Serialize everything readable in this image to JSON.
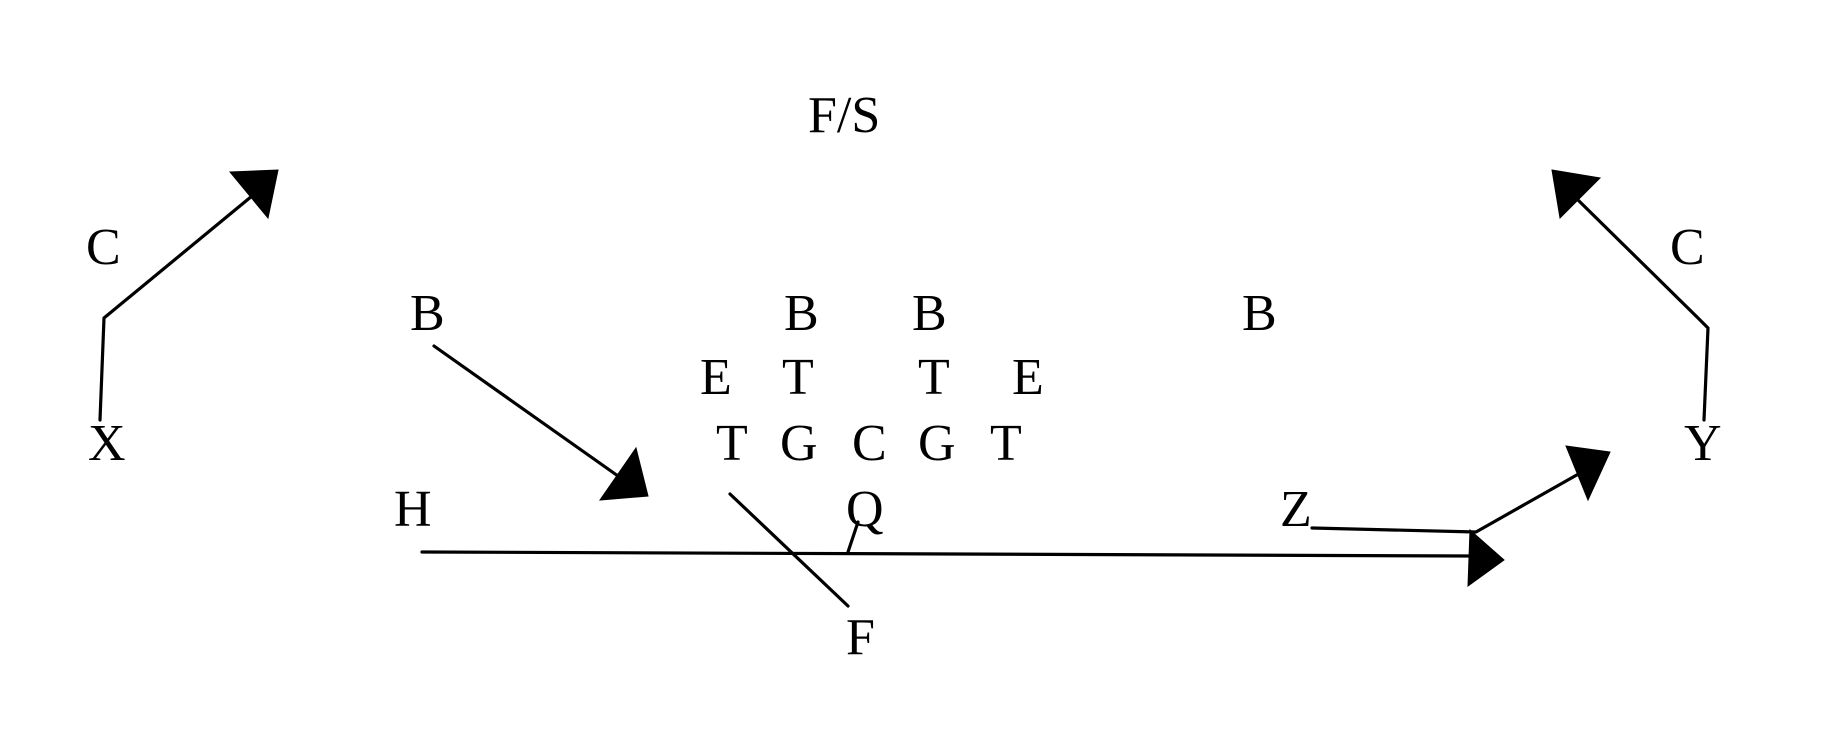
{
  "diagram": {
    "players": {
      "fs": "F/S",
      "corner_left": "C",
      "corner_right": "C",
      "lb_left": "B",
      "lb_mid_left": "B",
      "lb_mid_right": "B",
      "lb_right": "B",
      "de_left": "E",
      "dt_left": "T",
      "dt_right": "T",
      "de_right": "E",
      "split_end_x": "X",
      "tight_end_y": "Y",
      "tackle_left": "T",
      "guard_left": "G",
      "center": "C",
      "guard_right": "G",
      "tackle_right": "T",
      "halfback": "H",
      "quarterback": "Q",
      "flanker_z": "Z",
      "fullback": "F"
    }
  }
}
